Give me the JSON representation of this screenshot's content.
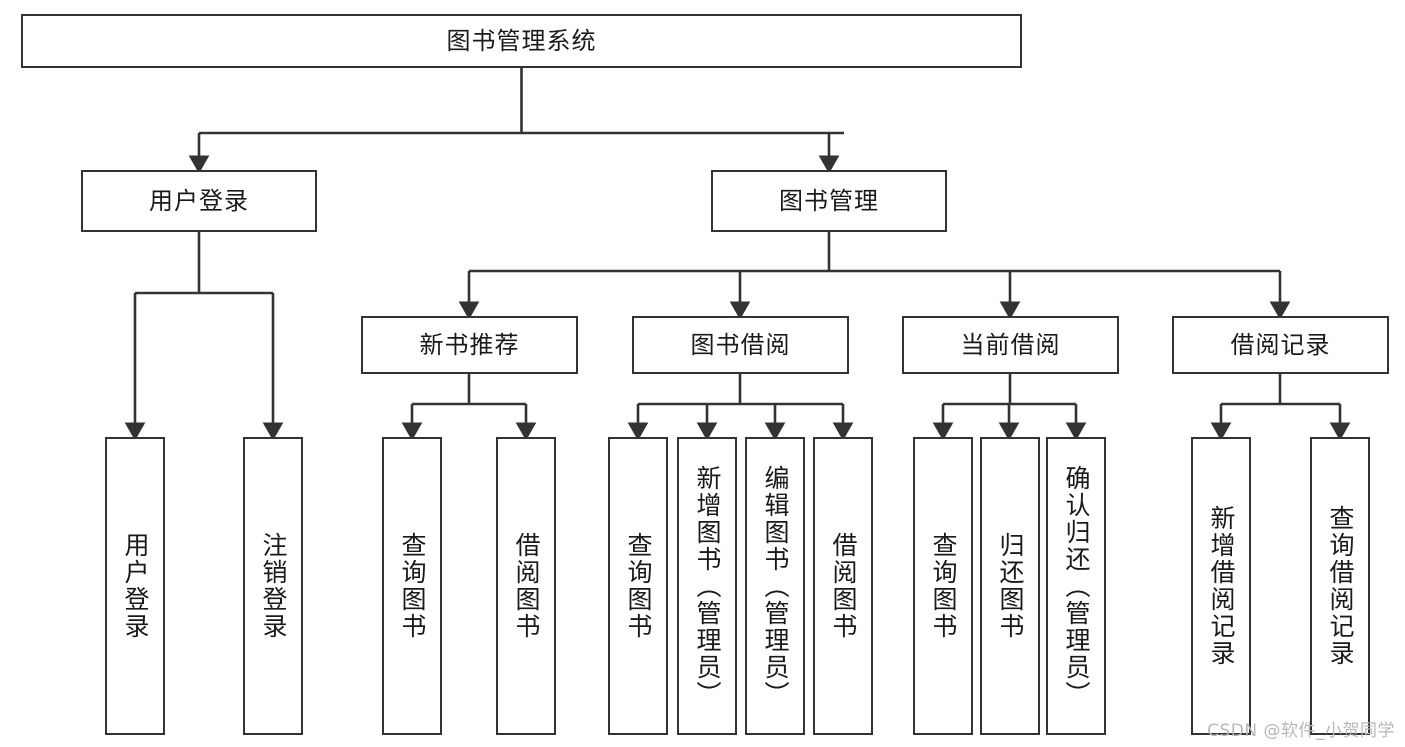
{
  "diagram": {
    "type": "hierarchy-tree",
    "title": "图书管理系统",
    "root": {
      "id": "root",
      "label": "图书管理系统"
    },
    "level2": [
      {
        "id": "user-login",
        "label": "用户登录"
      },
      {
        "id": "book-manage",
        "label": "图书管理"
      }
    ],
    "level3": [
      {
        "id": "new-book-recommend",
        "label": "新书推荐",
        "parent": "book-manage"
      },
      {
        "id": "book-borrow",
        "label": "图书借阅",
        "parent": "book-manage"
      },
      {
        "id": "current-borrow",
        "label": "当前借阅",
        "parent": "book-manage"
      },
      {
        "id": "borrow-record",
        "label": "借阅记录",
        "parent": "book-manage"
      }
    ],
    "leaves": {
      "user_login": [
        {
          "id": "leaf-user-login",
          "label": "用户登录"
        },
        {
          "id": "leaf-user-logout",
          "label": "注销登录"
        }
      ],
      "new_book_recommend": [
        {
          "id": "leaf-query-book-1",
          "label": "查询图书"
        },
        {
          "id": "leaf-borrow-book-1",
          "label": "借阅图书"
        }
      ],
      "book_borrow": [
        {
          "id": "leaf-query-book-2",
          "label": "查询图书"
        },
        {
          "id": "leaf-add-book",
          "label": "新增图书（管理员）"
        },
        {
          "id": "leaf-edit-book",
          "label": "编辑图书（管理员）"
        },
        {
          "id": "leaf-borrow-book-2",
          "label": "借阅图书"
        }
      ],
      "current_borrow": [
        {
          "id": "leaf-query-book-3",
          "label": "查询图书"
        },
        {
          "id": "leaf-return-book",
          "label": "归还图书"
        },
        {
          "id": "leaf-confirm-return",
          "label": "确认归还（管理员）"
        }
      ],
      "borrow_record": [
        {
          "id": "leaf-add-record",
          "label": "新增借阅记录"
        },
        {
          "id": "leaf-query-record",
          "label": "查询借阅记录"
        }
      ]
    }
  },
  "watermark": {
    "text": "CSDN @软件_小贺同学"
  },
  "colors": {
    "box_border": "#333333",
    "box_fill": "#ffffff",
    "edge": "#333333",
    "text": "#1a1a1a",
    "watermark": "#b8b8b8",
    "background": "#ffffff"
  }
}
